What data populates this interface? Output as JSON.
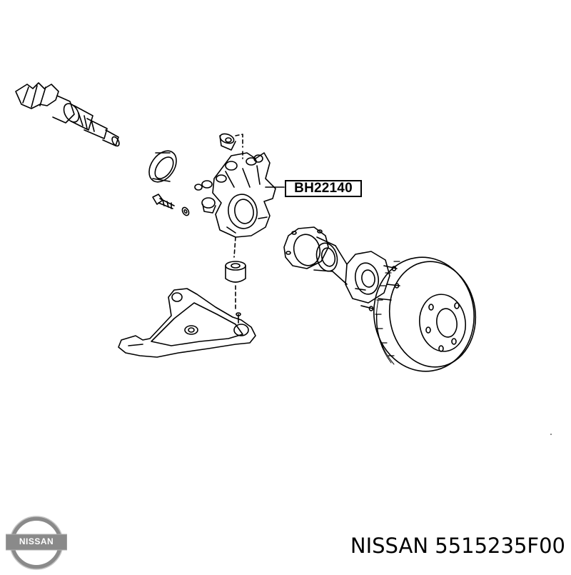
{
  "callout": {
    "part_code": "BH22140"
  },
  "caption": {
    "brand": "NISSAN",
    "part_number": "5515235F00",
    "full": "NISSAN 5515235F00"
  },
  "logo": {
    "text": "NISSAN",
    "icon": "nissan-logo-icon"
  },
  "colors": {
    "line": "#000000",
    "background": "#ffffff",
    "logo_gray": "#8a8a8a"
  }
}
